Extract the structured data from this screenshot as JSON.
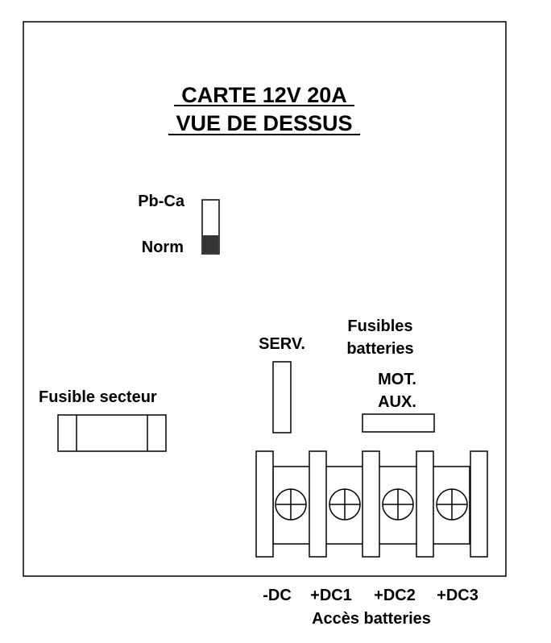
{
  "title": {
    "line1": "CARTE 12V 20A",
    "line2": "VUE DE DESSUS"
  },
  "switch": {
    "upper_label": "Pb-Ca",
    "lower_label": "Norm",
    "position": "Norm"
  },
  "mains_fuse": {
    "label": "Fusible secteur"
  },
  "service_fuse": {
    "label": "SERV."
  },
  "battery_fuses": {
    "label_line1": "Fusibles",
    "label_line2": "batteries",
    "sub_line1": "MOT.",
    "sub_line2": "AUX."
  },
  "terminals": {
    "labels": [
      "-DC",
      "+DC1",
      "+DC2",
      "+DC3"
    ],
    "caption": "Accès batteries"
  },
  "colors": {
    "line": "#000000",
    "background": "#ffffff",
    "switch_fill": "#333333"
  }
}
